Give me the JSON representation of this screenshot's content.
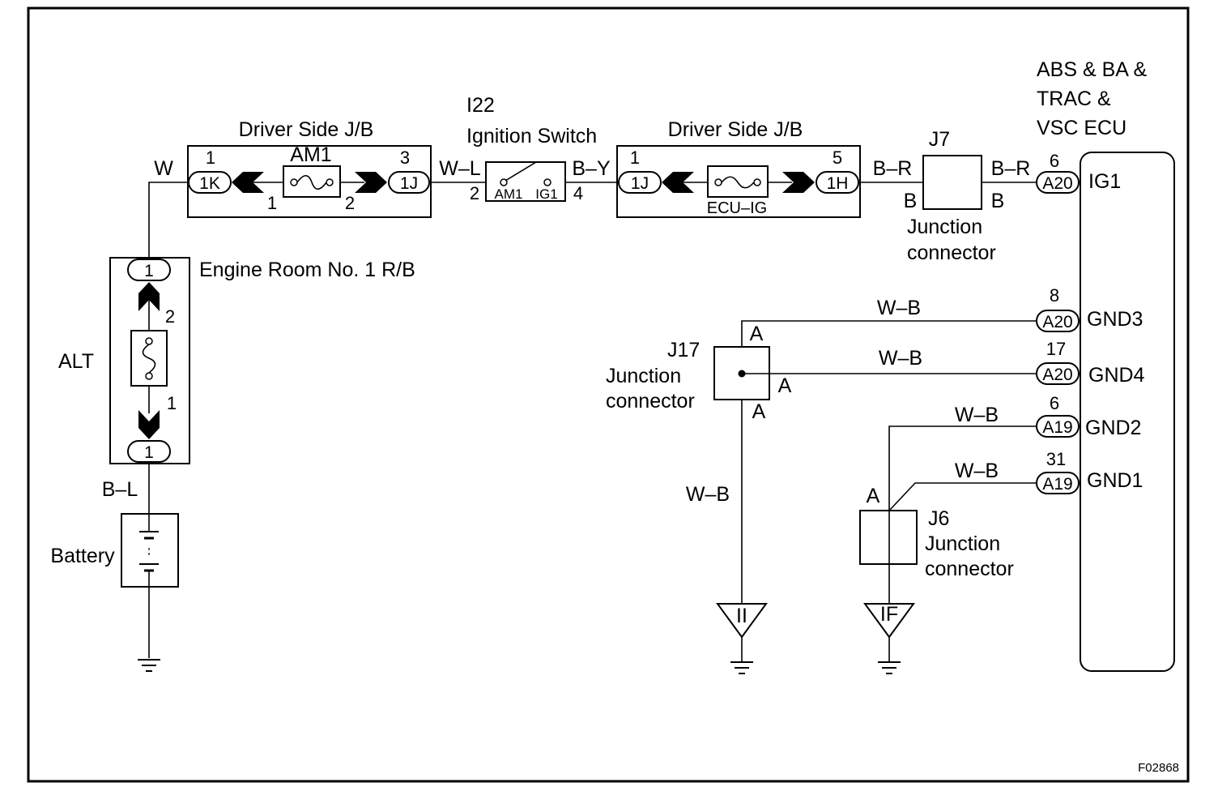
{
  "diagram": {
    "id_label": "F02868",
    "jb_left": {
      "title": "Driver Side J/B",
      "fuse": "AM1",
      "pin_in": "1",
      "pin_out": "3",
      "conn_in": "1K",
      "conn_out": "1J",
      "term_in": "1",
      "term_out": "2"
    },
    "ignition": {
      "ref": "I22",
      "title": "Ignition Switch",
      "term_a": "AM1",
      "term_b": "IG1",
      "pin_in": "2",
      "pin_out": "4"
    },
    "jb_right": {
      "title": "Driver Side J/B",
      "fuse": "ECU–IG",
      "pin_in": "1",
      "pin_out": "5",
      "conn_in": "1J",
      "conn_out": "1H"
    },
    "j7": {
      "ref": "J7",
      "title_1": "Junction",
      "title_2": "connector",
      "term_left": "B",
      "term_right": "B"
    },
    "ecu": {
      "title_1": "ABS & BA &",
      "title_2": "TRAC &",
      "title_3": "VSC ECU",
      "pins": [
        {
          "num": "6",
          "conn": "A20",
          "name": "IG1"
        },
        {
          "num": "8",
          "conn": "A20",
          "name": "GND3"
        },
        {
          "num": "17",
          "conn": "A20",
          "name": "GND4"
        },
        {
          "num": "6",
          "conn": "A19",
          "name": "GND2"
        },
        {
          "num": "31",
          "conn": "A19",
          "name": "GND1"
        }
      ]
    },
    "engine_rb": {
      "title": "Engine Room No. 1 R/B",
      "fuse": "ALT",
      "conn_top": "1",
      "conn_bottom": "1",
      "term_top": "2",
      "term_bottom": "1"
    },
    "battery": {
      "title": "Battery"
    },
    "j17": {
      "ref": "J17",
      "title_1": "Junction",
      "title_2": "connector",
      "term_top": "A",
      "term_right": "A",
      "term_bottom": "A"
    },
    "j6": {
      "ref": "J6",
      "title_1": "Junction",
      "title_2": "connector",
      "term_top": "A"
    },
    "grounds": {
      "g1": "II",
      "g2": "IF"
    },
    "wires": {
      "w1": "W",
      "w2": "W–L",
      "w3": "B–Y",
      "w4": "B–R",
      "w5": "B–R",
      "w6": "W–B",
      "w7": "W–B",
      "w8": "W–B",
      "w9": "W–B",
      "w10": "W–B",
      "w11": "B–L"
    }
  }
}
